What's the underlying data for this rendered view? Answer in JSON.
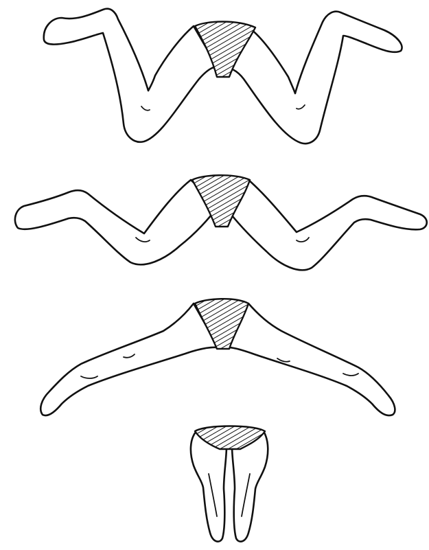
{
  "figure": {
    "stages": [
      {
        "id": "stage-1",
        "pose": "legs-bent-knees-down"
      },
      {
        "id": "stage-2",
        "pose": "legs-spreading-low"
      },
      {
        "id": "stage-3",
        "pose": "legs-extended-wide"
      },
      {
        "id": "stage-4",
        "pose": "legs-together"
      }
    ],
    "colors": {
      "ink": "#111111",
      "background": "#ffffff"
    }
  }
}
